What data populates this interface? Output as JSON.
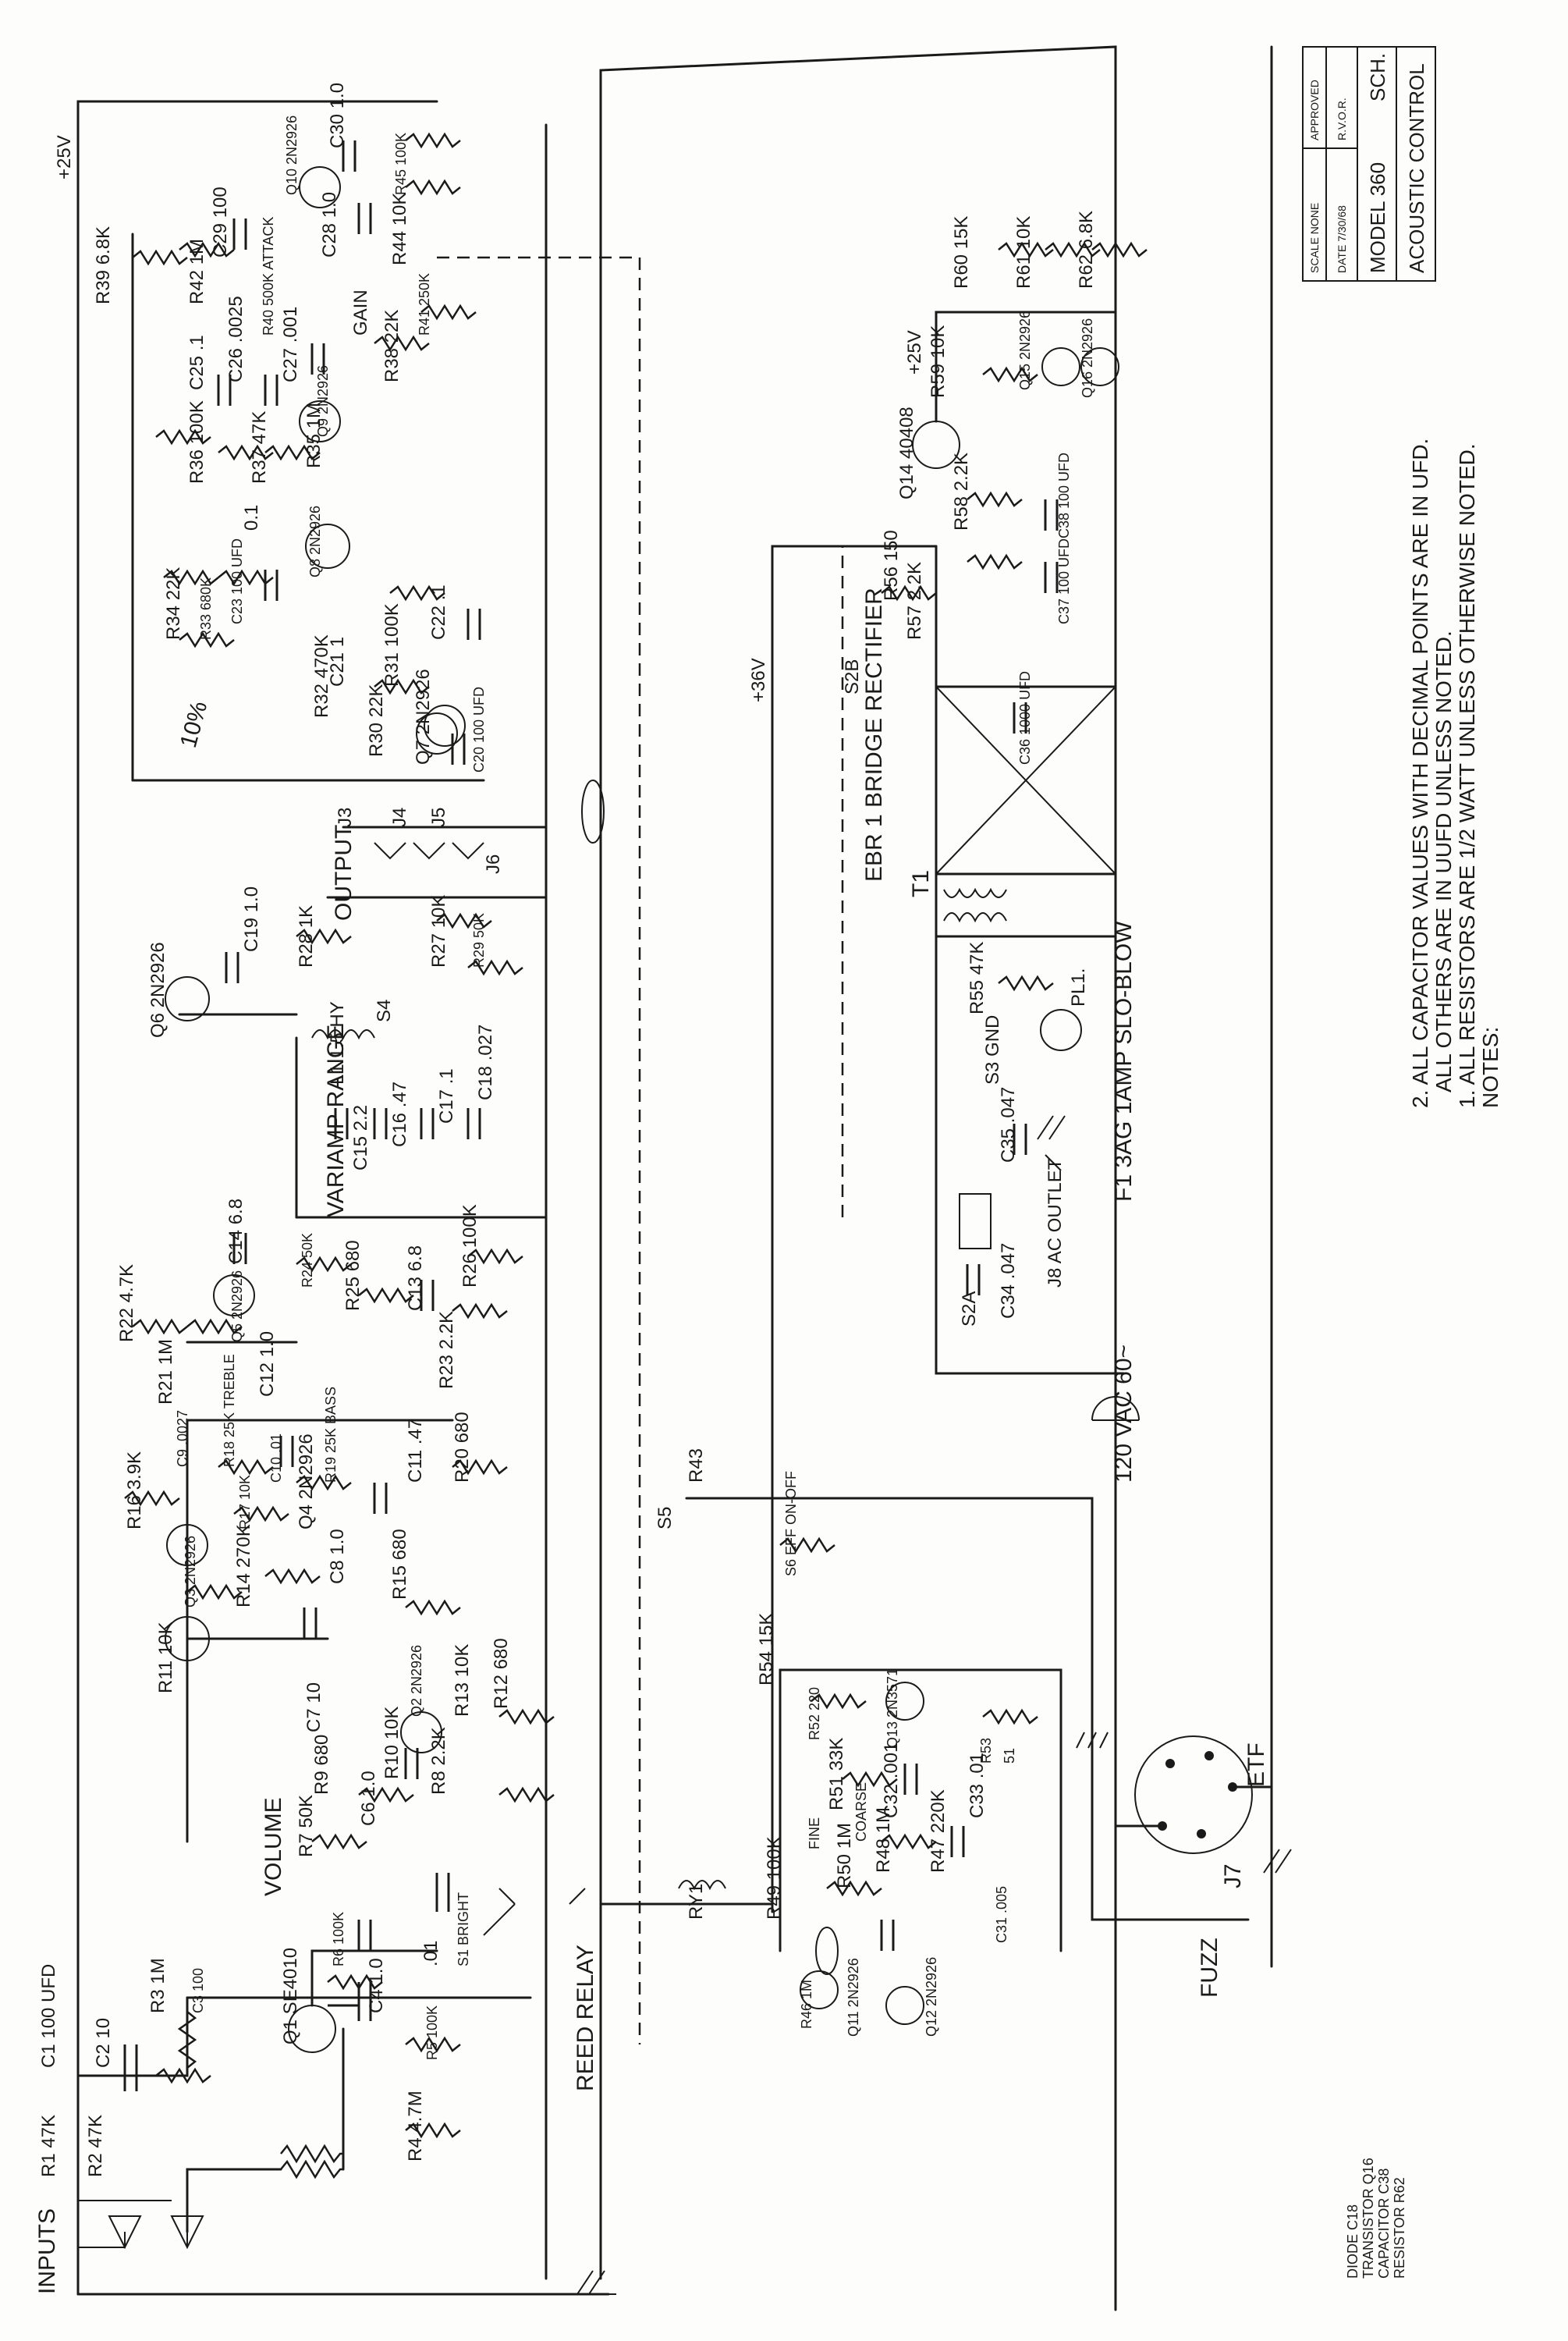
{
  "title_block": {
    "scale_line": "SCALE NONE",
    "approved_label": "APPROVED",
    "approved_by": "R.V.O.R.",
    "date_line": "DATE 7/30/68",
    "model": "MODEL 360",
    "sch": "SCH.",
    "company": "ACOUSTIC CONTROL"
  },
  "notes": {
    "heading": "NOTES:",
    "note1": "1. ALL RESISTORS ARE 1/2 WATT UNLESS OTHERWISE NOTED.",
    "note2a": "2. ALL CAPACITOR VALUES WITH DECIMAL POINTS ARE IN UFD.",
    "note2b": "ALL OTHERS ARE IN UUFD UNLESS NOTED."
  },
  "legend": {
    "line1": "DIODE        C18",
    "line2": "TRANSISTOR   Q16",
    "line3": "CAPACITOR    C38",
    "line4": "RESISTOR     R62"
  },
  "rails": {
    "v25": "+25V",
    "v25b": "+25V",
    "v36": "+36V"
  },
  "blocks": {
    "inputs": "INPUTS",
    "volume": "VOLUME",
    "bright": "S1 BRIGHT",
    "reed_relay": "REED RELAY",
    "ry1": "RY1",
    "variamp": "VARIAMP RANGE",
    "l1": "L1 1.5 HY",
    "s4": "S4",
    "output": "OUTPUT",
    "j3": "J3",
    "j4": "J4",
    "j5": "J5",
    "j6": "J6",
    "s5": "S5",
    "s6": "S6 EFF ON-OFF",
    "ebr": "EBR 1 BRIDGE RECTIFIER",
    "t1": "T1",
    "pl1": "PL1.",
    "s3": "S3 GND",
    "f1": "F1 3AG 1AMP SLO-BLOW",
    "ac_in": "120 VAC 60~",
    "ac_outlet": "J8 AC OUTLET",
    "s2a": "S2A",
    "s2b": "S2B",
    "j7": "J7",
    "etf": "ETF",
    "fuzz": "FUZZ",
    "ten_pct": "10%",
    "attack": "R40 500K ATTACK",
    "gain": "GAIN",
    "treble": "R18 25K TREBLE",
    "bass": "R19 25K BASS",
    "fine": "FINE",
    "coarse": "COARSE",
    "r53_label": "R53",
    "r50_label": "R50 1M",
    "r41_label": "R41 250K"
  },
  "components": {
    "r1": "R1 47K",
    "r2": "R2 47K",
    "c1": "C1 100 UFD",
    "c2": "C2 10",
    "r3": "R3 1M",
    "c3": "C3 100",
    "q1": "Q1 SE4010",
    "c4": "C4 1.0",
    "r4": "R4 4.7M",
    "r5": "R5 100K",
    "r6": "R6 100K",
    "c5": ".01",
    "r7": "R7 50K",
    "r9": "R9 680",
    "c7": "C7 10",
    "c6": "C6 1.0",
    "r10": "R10 10K",
    "r8": "R8 2.2K",
    "q2": "Q2 2N2926",
    "r13": "R13 10K",
    "r12": "R12 680",
    "r11": "R11 10K",
    "q3": "Q3 2N2926",
    "r14": "R14 270K",
    "c8": "C8 1.0",
    "r15": "R15 680",
    "q4": "Q4 2N2926",
    "r17": "R17 10K",
    "r16": "R16 3.9K",
    "c9": "C9 .0027",
    "c10": "C10 .01",
    "c11": "C11 .47",
    "r20": "R20 680",
    "r21": "R21 1M",
    "r22": "R22 4.7K",
    "q5": "Q5 2N2926",
    "c12": "C12 1.0",
    "r23": "R23 2.2K",
    "c13": "C13 6.8",
    "r25": "R25 680",
    "r24": "R24 50K",
    "c14": "C14 6.8",
    "r26": "R26 100K",
    "c15": "C15 2.2",
    "c16": "C16 .47",
    "c17": "C17 .1",
    "c18": "C18 .027",
    "q6": "Q6 2N2926",
    "c19": "C19 1.0",
    "r28": "R28 1K",
    "r27": "R27 10K",
    "r29": "R29 50K",
    "r30": "R30 22K",
    "q7": "Q7 2N2926",
    "c20": "C20 100 UFD",
    "r31": "R31 100K",
    "c21": "C21 1",
    "r32": "R32 470K",
    "c22": "C22 .1",
    "r33": "R33 680K",
    "c23": "C23 100 UFD",
    "q8": "Q8 2N2926",
    "r34": "R34 22K",
    "c24": "0.1",
    "r35": "R35 1M",
    "q9": "Q9 2N2926",
    "r36": "R36 100K",
    "r37": "R37 47K",
    "c25": "C25 .1",
    "c26": "C26 .0025",
    "c27": "C27 .001",
    "r38": "R38 22K",
    "r39": "R39 6.8K",
    "r42": "R42 1M",
    "c29": "C29 100",
    "c28": "C28 1.0",
    "r44": "R44 10K",
    "q10": "Q10 2N2926",
    "c30": "C30 1.0",
    "r45": "R45 100K",
    "r46": "R46 1M",
    "q11": "Q11 2N2926",
    "q12": "Q12 2N2926",
    "r49": "R49 100K",
    "c31": "C31 .005",
    "r47": "R47 220K",
    "r48": "R48 1M",
    "c32": "C32 .001",
    "r51": "R51 33K",
    "c33": "C33 .01",
    "r52": "R52 220",
    "q13": "Q13 2N3571",
    "r53v": "51",
    "r54": "R54 15K",
    "r43": "R43",
    "c34": "C34 .047",
    "c35": "C35 .047",
    "r55": "R55 47K",
    "c36": "C36 1000 UFD",
    "r56": "R56 150",
    "r57": "R57 2.2K",
    "c37": "C37 100 UFD",
    "r58": "R58 2.2K",
    "c38": "C38 100 UFD",
    "q14": "Q14 40408",
    "r59": "R59 10K",
    "q15": "Q15 2N2926",
    "q16": "Q16 2N2926",
    "r60": "R60 15K",
    "r61": "R61 10K",
    "r62": "R62 6.8K"
  }
}
